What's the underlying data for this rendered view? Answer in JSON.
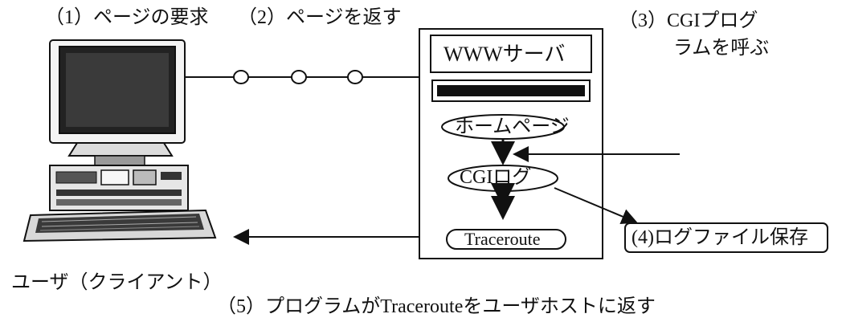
{
  "steps": {
    "step1": "（1）ページの要求",
    "step2": "（2）ページを返す",
    "step3_line1": "（3）CGIプログ",
    "step3_line2": "ラムを呼ぶ",
    "step5": "（5）プログラムがTracerouteをユーザホストに返す"
  },
  "server": {
    "title": "WWWサーバ",
    "homepage": "ホームページ",
    "cgi_log": "CGIログ",
    "traceroute": "Traceroute"
  },
  "logfile": "(4)ログファイル保存",
  "user_caption": "ユーザ（クライアント）",
  "colors": {
    "ink": "#111111",
    "paper": "#ffffff"
  }
}
